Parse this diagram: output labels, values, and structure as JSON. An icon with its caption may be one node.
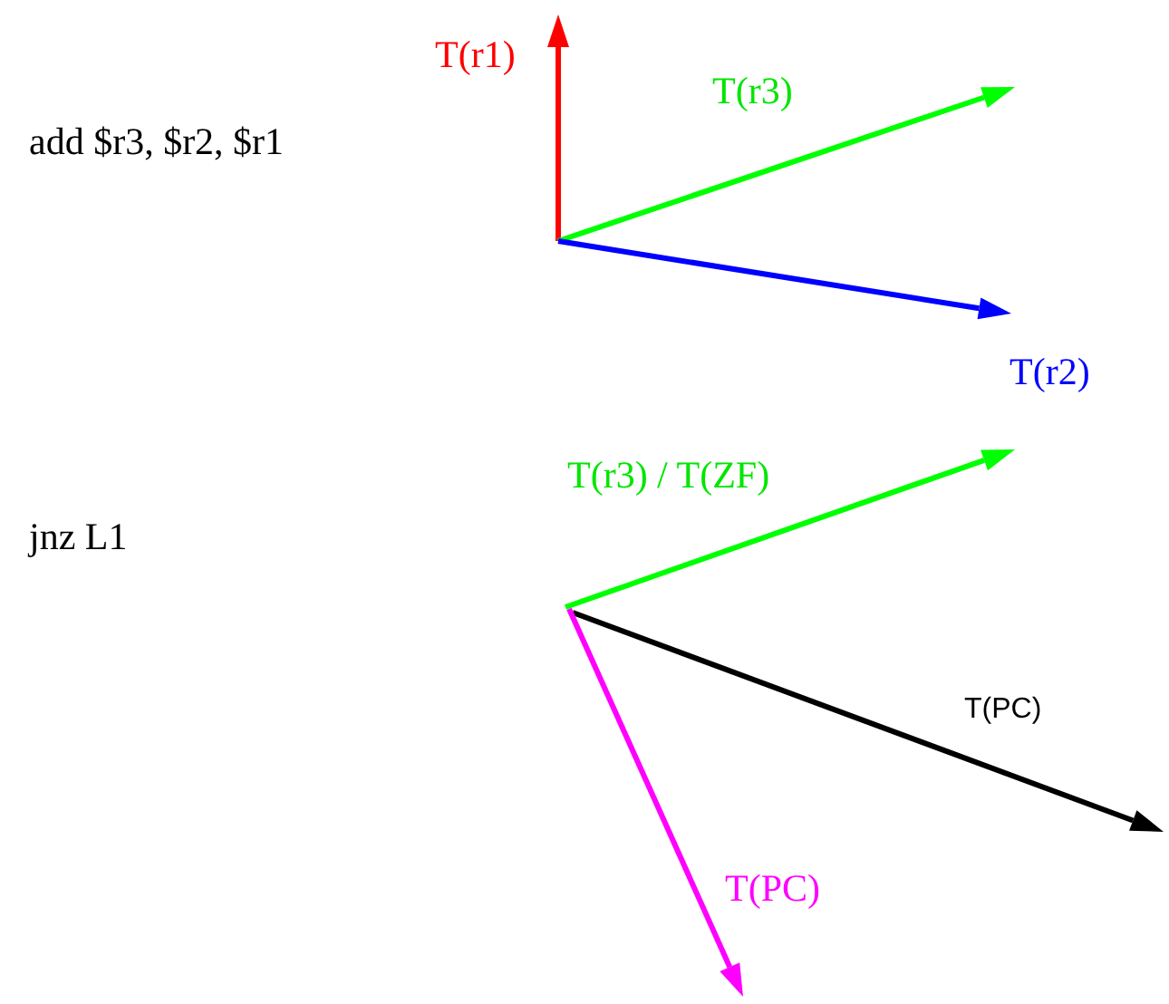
{
  "diagram": {
    "labels": [
      "T(r1)",
      "T(r3)",
      "add $r3, $r2, $r1",
      "T(r2)",
      "T(r3) / T(ZF)",
      "jnz L1",
      "T(PC)",
      "T(PC)"
    ]
  }
}
